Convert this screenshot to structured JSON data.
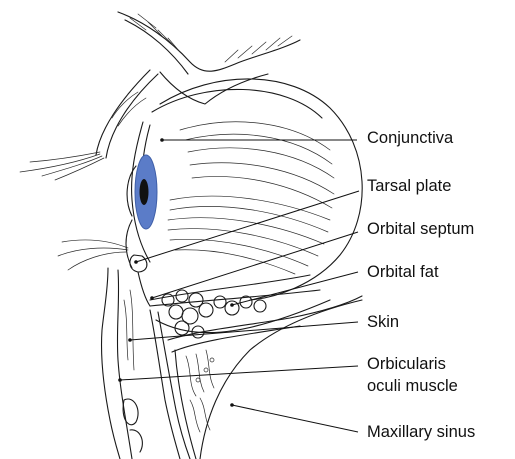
{
  "labels": {
    "conjunctiva": "Conjunctiva",
    "tarsal_plate": "Tarsal plate",
    "orbital_septum": "Orbital septum",
    "orbital_fat": "Orbital fat",
    "skin": "Skin",
    "orbicularis_line1": "Orbicularis",
    "orbicularis_line2": "oculi muscle",
    "maxillary_sinus": "Maxillary sinus"
  },
  "colors": {
    "iris": "#5b7cc8",
    "pupil": "#111111",
    "line": "#1a1a1a"
  }
}
